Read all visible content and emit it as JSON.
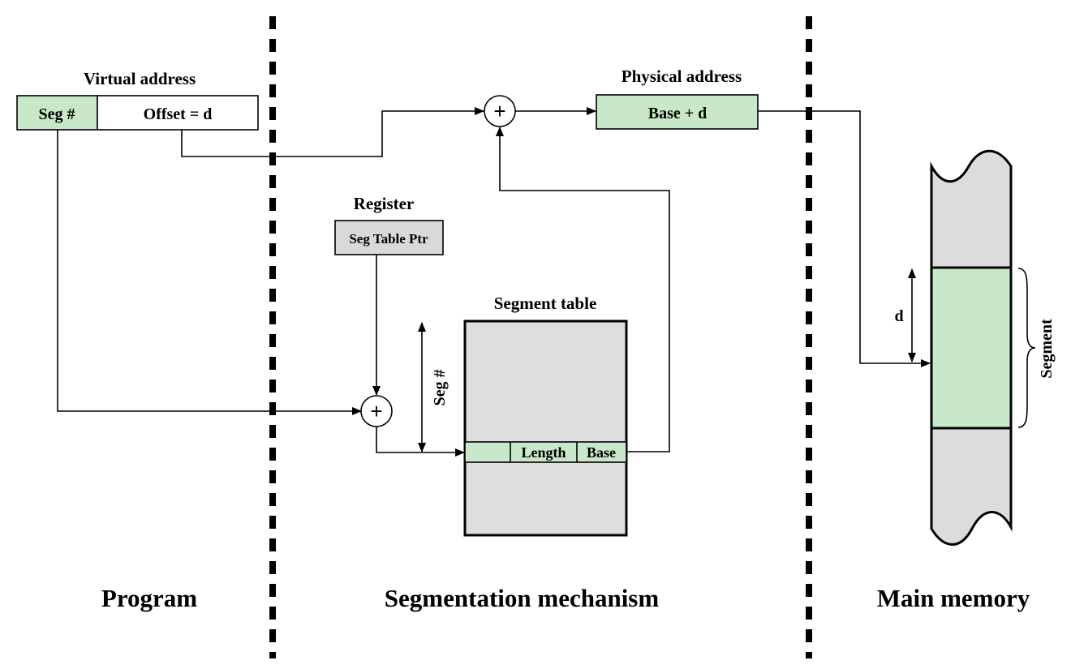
{
  "sections": {
    "program": "Program",
    "segmentation_mechanism": "Segmentation mechanism",
    "main_memory": "Main memory"
  },
  "virtual_address": {
    "title": "Virtual address",
    "seg_field": "Seg #",
    "offset_field": "Offset = d"
  },
  "physical_address": {
    "title": "Physical address",
    "value": "Base + d"
  },
  "register": {
    "title": "Register",
    "value": "Seg Table Ptr"
  },
  "segment_table": {
    "title": "Segment table",
    "index_label": "Seg #",
    "entry_fields": [
      "Length",
      "Base"
    ]
  },
  "memory": {
    "offset_label": "d",
    "segment_label": "Segment"
  },
  "adder_symbol": "+",
  "colors": {
    "highlight_green": "#c9e8c9",
    "register_gray": "#d9d9d9",
    "table_gray": "#dedede",
    "memory_gray": "#dcdcdc",
    "ink": "#000000"
  }
}
